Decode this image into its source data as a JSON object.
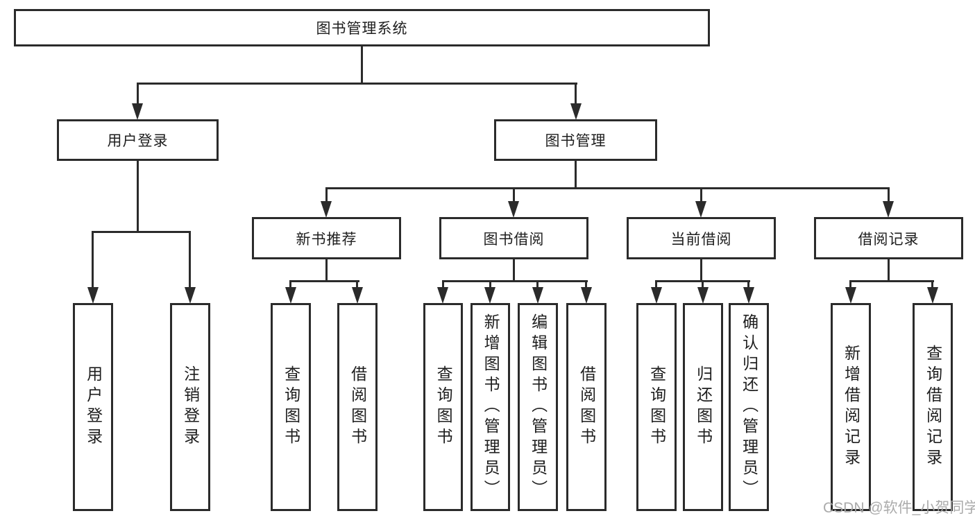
{
  "tree": {
    "root": "图书管理系统",
    "user_login": {
      "label": "用户登录",
      "children": [
        "用户登录",
        "注销登录"
      ]
    },
    "book_mgmt": {
      "label": "图书管理",
      "children": [
        {
          "label": "新书推荐",
          "children": [
            "查询图书",
            "借阅图书"
          ]
        },
        {
          "label": "图书借阅",
          "children": [
            "查询图书",
            "新增图书（管理员）",
            "编辑图书（管理员）",
            "借阅图书"
          ]
        },
        {
          "label": "当前借阅",
          "children": [
            "查询图书",
            "归还图书",
            "确认归还（管理员）"
          ]
        },
        {
          "label": "借阅记录",
          "children": [
            "新增借阅记录",
            "查询借阅记录"
          ]
        }
      ]
    }
  },
  "watermark": "CSDN @软件_小贺同学",
  "colors": {
    "line": "#2b2b2b",
    "text": "#1e1e1e",
    "watermark": "#a6a6a6",
    "background": "#ffffff"
  }
}
